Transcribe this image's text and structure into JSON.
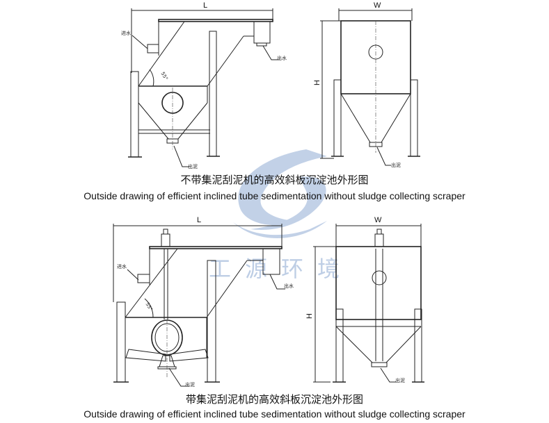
{
  "top_drawing": {
    "front_view": {
      "length_label": "L",
      "angle_label": "55°",
      "inlet_label": "进水",
      "outlet_label": "出水",
      "sludge_label": "出泥"
    },
    "side_view": {
      "width_label": "W",
      "height_label": "H",
      "sludge_label": "出泥"
    },
    "caption_cn": "不带集泥刮泥机的高效斜板沉淀池外形图",
    "caption_en": "Outside drawing of efficient inclined tube sedimentation without sludge collecting scraper"
  },
  "bottom_drawing": {
    "front_view": {
      "length_label": "L",
      "angle_label": "55°",
      "inlet_label": "进水",
      "outlet_label": "出水",
      "sludge_label": "出泥"
    },
    "side_view": {
      "width_label": "W",
      "height_label": "H",
      "sludge_label": "出泥"
    },
    "caption_cn": "带集泥刮泥机的高效斜板沉淀池外形图",
    "caption_en": "Outside drawing of efficient inclined tube sedimentation without sludge collecting scraper"
  },
  "watermark": {
    "text": "工源环境",
    "color": "#a9bedd"
  }
}
